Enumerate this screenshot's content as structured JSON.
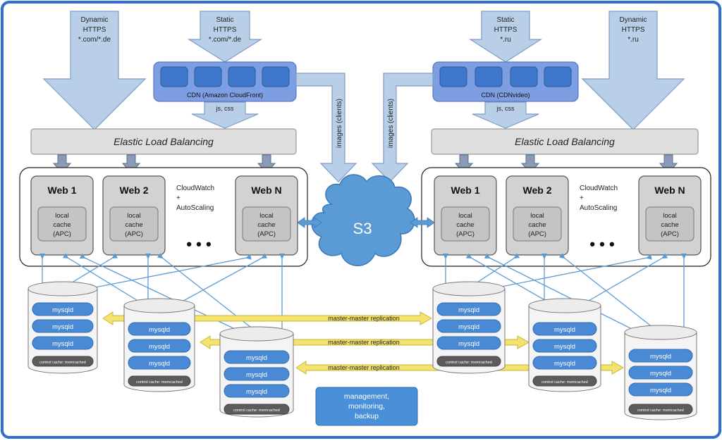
{
  "colors": {
    "frame": "#2f6fd1",
    "arrow_fill": "#b9cfe8",
    "arrow_stroke": "#7f9cc4",
    "cdn_fill": "#7d9ee0",
    "cdn_box": "#3f77cc",
    "lb_fill": "#dedede",
    "web_fill": "#d2d2d2",
    "db_blue": "#4a8ad4",
    "db_gray": "#5c5c5c",
    "link": "#5b9bd5",
    "replication": "#f3e26d",
    "s3_fill": "#5b9bd5",
    "mgmt_fill": "#4a90d9"
  },
  "left": {
    "dynamic_https": [
      "Dynamic",
      "HTTPS",
      "*.com/*.de"
    ],
    "static_https": [
      "Static",
      "HTTPS",
      "*.com/*.de"
    ],
    "cdn_label": "CDN (Amazon CloudFront)",
    "js_css": "js, css",
    "images_label": "images (clients)",
    "load_balancer": "Elastic Load Balancing",
    "autoscaling": [
      "CloudWatch",
      "+",
      "AutoScaling"
    ],
    "servers": [
      {
        "name": "Web 1",
        "cache": [
          "local",
          "cache",
          "(APC)"
        ]
      },
      {
        "name": "Web 2",
        "cache": [
          "local",
          "cache",
          "(APC)"
        ]
      },
      {
        "name": "Web N",
        "cache": [
          "local",
          "cache",
          "(APC)"
        ]
      }
    ],
    "databases": [
      {
        "disks": [
          "mysqld",
          "mysqld",
          "mysqld"
        ],
        "footer": "control cache: memcached"
      },
      {
        "disks": [
          "mysqld",
          "mysqld",
          "mysqld"
        ],
        "footer": "control cache: memcached"
      },
      {
        "disks": [
          "mysqld",
          "mysqld",
          "mysqld"
        ],
        "footer": "control cache: memcached"
      }
    ]
  },
  "right": {
    "dynamic_https": [
      "Dynamic",
      "HTTPS",
      "*.ru"
    ],
    "static_https": [
      "Static",
      "HTTPS",
      "*.ru"
    ],
    "cdn_label": "CDN (CDNvideo)",
    "js_css": "js, css",
    "images_label": "images (clients)",
    "load_balancer": "Elastic Load Balancing",
    "autoscaling": [
      "CloudWatch",
      "+",
      "AutoScaling"
    ],
    "servers": [
      {
        "name": "Web 1",
        "cache": [
          "local",
          "cache",
          "(APC)"
        ]
      },
      {
        "name": "Web 2",
        "cache": [
          "local",
          "cache",
          "(APC)"
        ]
      },
      {
        "name": "Web N",
        "cache": [
          "local",
          "cache",
          "(APC)"
        ]
      }
    ],
    "databases": [
      {
        "disks": [
          "mysqld",
          "mysqld",
          "mysqld"
        ],
        "footer": "control cache: memcached"
      },
      {
        "disks": [
          "mysqld",
          "mysqld",
          "mysqld"
        ],
        "footer": "control cache: memcached"
      },
      {
        "disks": [
          "mysqld",
          "mysqld",
          "mysqld"
        ],
        "footer": "control cache: memcached"
      }
    ]
  },
  "ellipsis": "• • •",
  "s3_label": "S3",
  "replication_label": "master-master replication",
  "management": [
    "management,",
    "monitoring,",
    "backup"
  ]
}
